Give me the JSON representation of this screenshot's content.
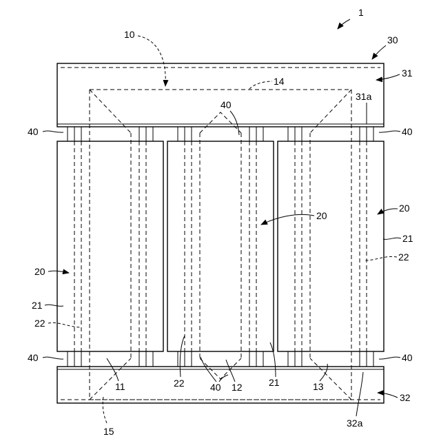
{
  "figure": {
    "labels": {
      "device": "1",
      "frame": "30",
      "core": "10",
      "upper_yoke": "31",
      "core_top": "14",
      "upper_plate": "31a",
      "spacer_top_mid": "40",
      "spacer_top_left": "40",
      "spacer_top_right": "40",
      "coil_mid": "20",
      "coil_right": "20",
      "outer_winding_right": "21",
      "inner_winding_right": "22",
      "coil_left": "20",
      "outer_winding_left": "21",
      "inner_winding_left": "22",
      "spacer_bottom_left": "40",
      "spacer_bottom_right": "40",
      "leg_left": "11",
      "inner_winding_mid": "22",
      "spacer_bottom_mid": "40",
      "leg_mid": "12",
      "outer_winding_mid": "21",
      "leg_right": "13",
      "lower_yoke": "32",
      "lower_plate": "32a",
      "core_bottom": "15"
    }
  }
}
